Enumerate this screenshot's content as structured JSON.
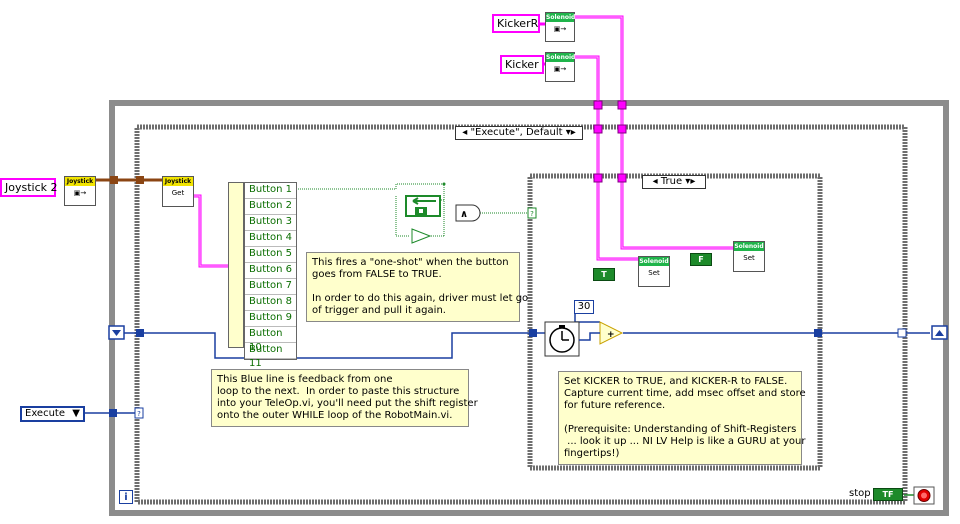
{
  "controls": {
    "joystick2": "Joystick 2",
    "kicker_r": "KickerR",
    "kicker": "Kicker",
    "execute": "Execute"
  },
  "nodes": {
    "joystick_hdr": "Joystick",
    "joystick_get_body": "Get",
    "solenoid_hdr": "Solenoid",
    "solenoid_set_body": "Set"
  },
  "case_structures": {
    "outer_selector": "\"Execute\", Default",
    "inner_selector": "True"
  },
  "buttons": [
    "Button 1",
    "Button 2",
    "Button 3",
    "Button 4",
    "Button 5",
    "Button 6",
    "Button 7",
    "Button 8",
    "Button 9",
    "Button 10",
    "Button 11"
  ],
  "constants": {
    "msec_offset": "30",
    "true_const": "T",
    "false_const": "F",
    "stop_tf": "TF"
  },
  "labels": {
    "stop": "stop",
    "info": "i"
  },
  "notes": {
    "oneshot": [
      "This fires a \"one-shot\" when the button",
      "goes from FALSE to TRUE.",
      "",
      "In order to do this again, driver must let go",
      "of trigger and pull it again."
    ],
    "feedback": [
      "This Blue line is feedback from one",
      "loop to the next.  In order to paste this structure",
      "into your TeleOp.vi, you'll need put the shift register",
      "onto the outer WHILE loop of the RobotMain.vi."
    ],
    "kicker": [
      "Set KICKER to TRUE, and KICKER-R to FALSE.",
      "Capture current time, add msec offset and store",
      "for future reference.",
      "",
      "(Prerequisite: Understanding of Shift-Registers",
      " ... look it up ... NI LV Help is like a GURU at your",
      "fingertips!)"
    ]
  },
  "colors": {
    "refnum_wire": "#ff00ff",
    "shift_register_wire": "#1a3fa0",
    "boolean_wire": "#1d8a2a",
    "cluster_wire": "#8b4513",
    "while_loop_border": "#8c8c8c"
  }
}
